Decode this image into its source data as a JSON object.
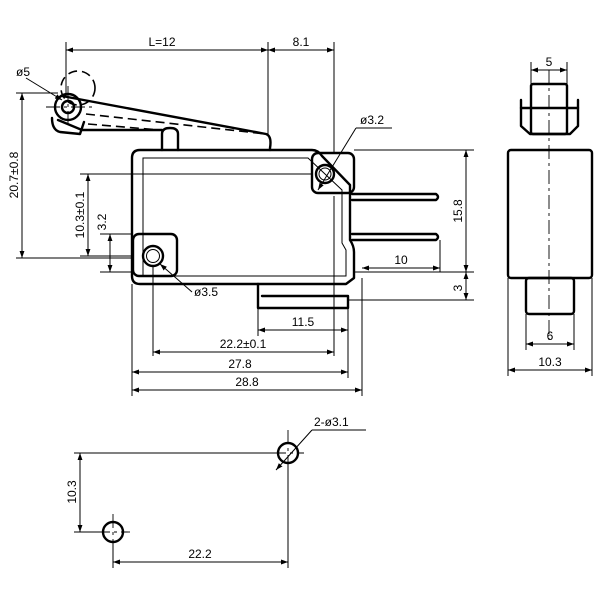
{
  "diagram": {
    "side_view": {
      "labels": {
        "lever_length": "L=12",
        "lever_offset": "8.1",
        "roller_diameter": "ø5",
        "mount_hole_top": "ø3.2",
        "mount_hole_bottom": "ø3.5",
        "overall_height": "20.7±0.8",
        "hole_spacing_v": "10.3±0.1",
        "hole_to_edge": "3.2",
        "body_height": "15.8",
        "terminal_length": "10",
        "terminal_offset": "3",
        "terminal_pitch": "11.5",
        "hole_spacing_h": "22.2±0.1",
        "body_length_inner": "27.8",
        "body_length": "28.8"
      }
    },
    "end_view": {
      "labels": {
        "roller_width": "5",
        "terminal_width": "6",
        "body_width": "10.3"
      }
    },
    "hole_pattern": {
      "labels": {
        "holes": "2-ø3.1",
        "vertical_spacing": "10.3",
        "horizontal_spacing": "22.2"
      }
    }
  }
}
